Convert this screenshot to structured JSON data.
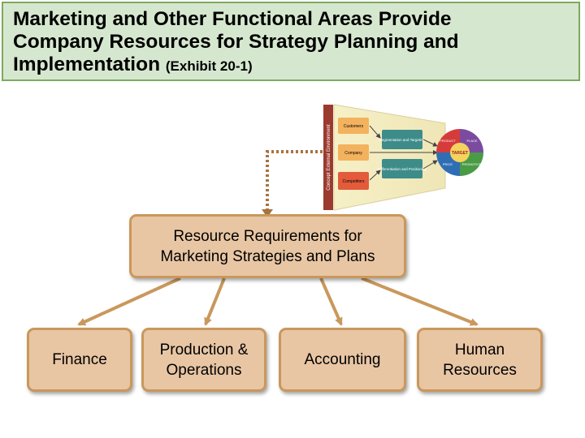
{
  "title": {
    "main": "Marketing and Other Functional Areas Provide\nCompany Resources for Strategy Planning and\nImplementation ",
    "exhibit": "(Exhibit 20-1)"
  },
  "figure": {
    "side_label": "Concept External Environment",
    "left_boxes": [
      "Customers",
      "Company",
      "Competitors"
    ],
    "middle_boxes": [
      "Segmentation and Targeting",
      "Differentiation and Positioning"
    ],
    "wheel_segments": [
      "PRODUCT",
      "PLACE",
      "PROMOTION",
      "PRICE"
    ],
    "wheel_center": "TARGET"
  },
  "center_box": {
    "label": "Resource Requirements for\nMarketing Strategies and Plans"
  },
  "function_boxes": [
    {
      "label": "Finance"
    },
    {
      "label": "Production &\nOperations"
    },
    {
      "label": "Accounting"
    },
    {
      "label": "Human\nResources"
    }
  ],
  "colors": {
    "title_bg": "#d6e7cf",
    "title_border": "#7daa5e",
    "box_fill": "#e8c6a4",
    "box_border": "#c9985c",
    "arrow": "#c9985c"
  }
}
